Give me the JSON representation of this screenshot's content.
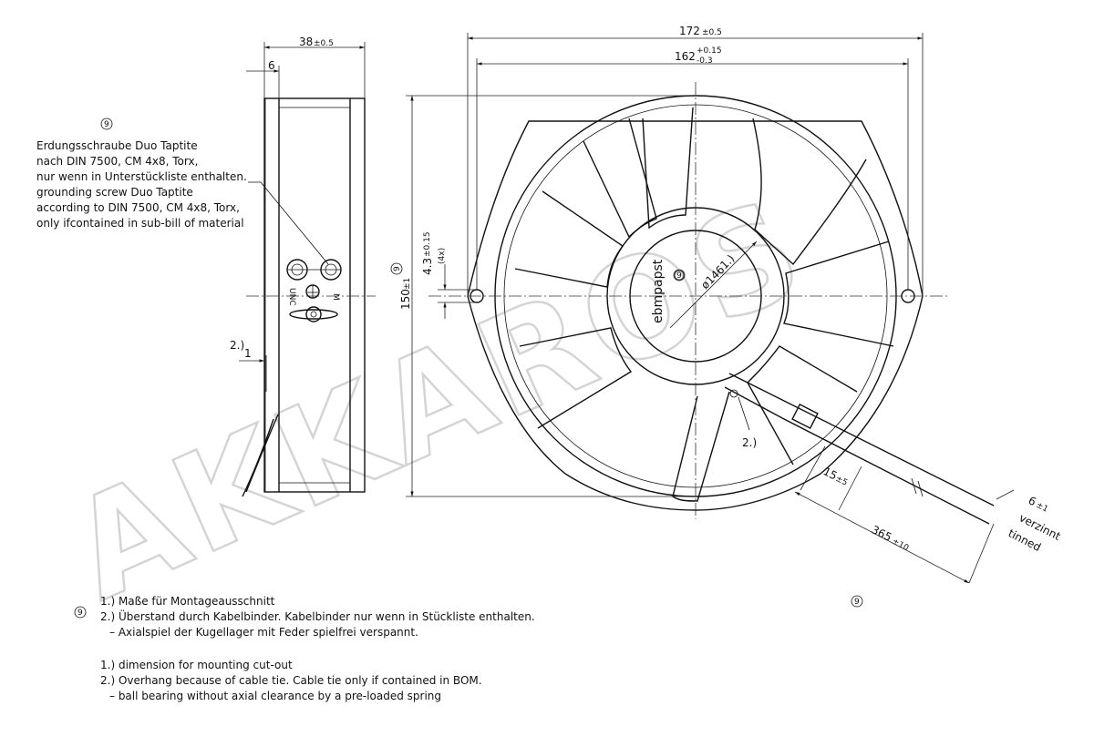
{
  "watermark": "AKKAROS",
  "side_view": {
    "dim_width": "38",
    "dim_width_tol": "±0.5",
    "dim_flange": "6",
    "label_2": "2.)",
    "dim_overhang": "1",
    "text_unc": "UNC",
    "text_m": "M",
    "circle_mark": "9"
  },
  "grounding_note": {
    "lines": [
      "Erdungsschraube Duo Taptite",
      "nach DIN 7500, CM 4x8, Torx,",
      "nur wenn in Unterstückliste enthalten.",
      "grounding screw Duo Taptite",
      "according to DIN 7500, CM 4x8, Torx,",
      "only ifcontained in sub-bill of material"
    ]
  },
  "front_view": {
    "dim_overall": "172",
    "dim_overall_tol": "±0.5",
    "dim_holes": "162",
    "dim_holes_tol_up": "+0.15",
    "dim_holes_tol_down": "-0.3",
    "dim_height": "150",
    "dim_height_tol": "±1",
    "dim_hole_dia": "4.3",
    "dim_hole_dia_tol": "±0.15",
    "dim_hole_count": "(4x)",
    "dim_hub": "ø146",
    "label_1": "1.)",
    "label_2": "2.)",
    "brand": "ebmpapst",
    "dim_strip": "15",
    "dim_strip_tol": "±5",
    "dim_cable": "365",
    "dim_cable_tol": "±10",
    "dim_tinned": "6",
    "dim_tinned_tol": "±1",
    "tinned_de": "verzinnt",
    "tinned_en": "tinned",
    "circle_mark": "9"
  },
  "notes": {
    "circle_mark": "9",
    "de": [
      "1.) Maße für Montageausschnitt",
      "2.) Überstand durch Kabelbinder. Kabelbinder nur wenn in Stückliste enthalten.",
      "–      Axialspiel der Kugellager mit Feder spielfrei verspannt."
    ],
    "en": [
      "1.) dimension for mounting cut-out",
      "2.) Overhang because of cable tie. Cable tie only if contained in BOM.",
      "–      ball bearing without axial clearance by a pre-loaded spring"
    ]
  }
}
